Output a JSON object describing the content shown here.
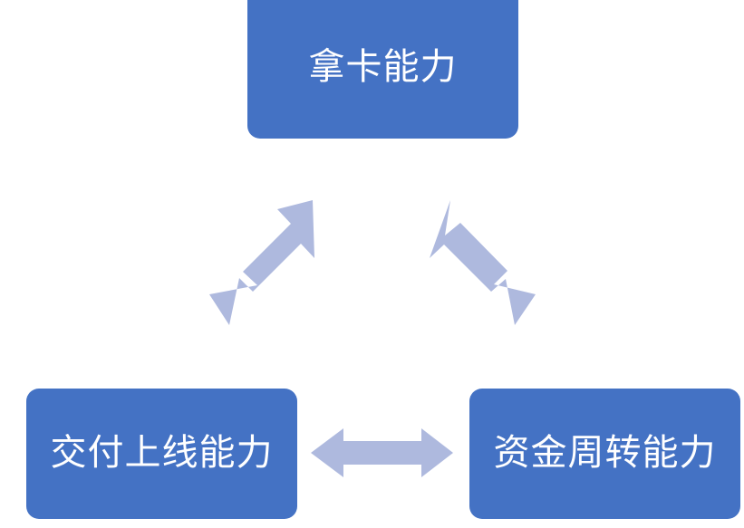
{
  "diagram": {
    "title": "",
    "type": "triangle-relationship",
    "colors": {
      "node_fill": "#4472C4",
      "node_text": "#FFFFFF",
      "arrow_fill": "#AEB9DE",
      "background": "#FFFFFF"
    },
    "nodes": [
      {
        "id": "top",
        "label": "拿卡能力",
        "position": "top-center"
      },
      {
        "id": "bottom-left",
        "label": "交付上线能力",
        "position": "bottom-left"
      },
      {
        "id": "bottom-right",
        "label": "资金周转能力",
        "position": "bottom-right"
      }
    ],
    "connectors": [
      {
        "id": "left-diagonal",
        "from": "bottom-left",
        "to": "top",
        "style": "double-headed-arrow",
        "orientation": "diagonal-up-right"
      },
      {
        "id": "right-diagonal",
        "from": "top",
        "to": "bottom-right",
        "style": "double-headed-arrow",
        "orientation": "diagonal-down-right"
      },
      {
        "id": "bottom-horizontal",
        "from": "bottom-left",
        "to": "bottom-right",
        "style": "double-headed-arrow",
        "orientation": "horizontal"
      }
    ]
  }
}
